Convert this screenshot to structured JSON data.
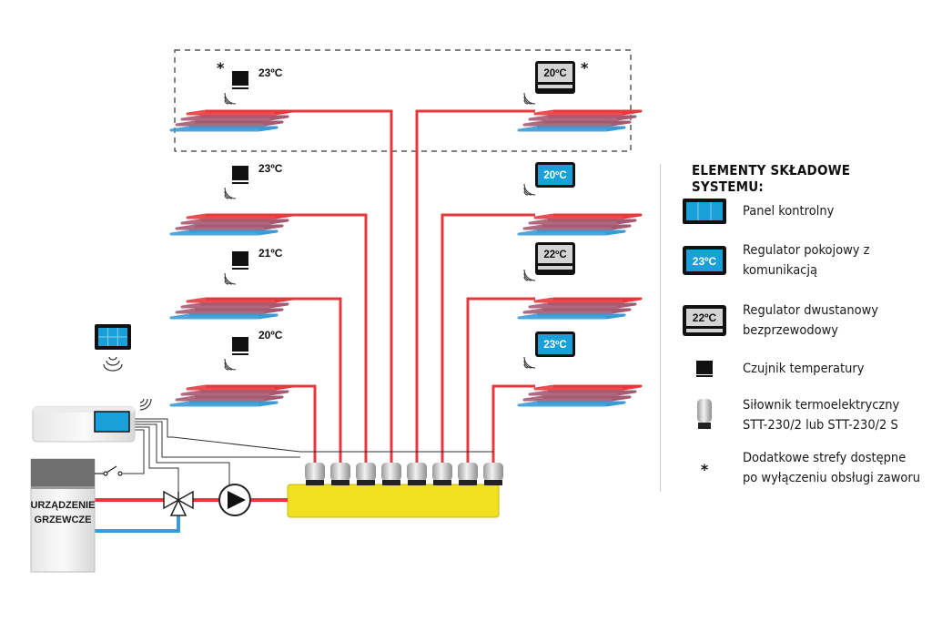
{
  "legend": {
    "title": "ELEMENTY SKŁADOWE SYSTEMU:",
    "items": [
      {
        "name": "panel",
        "lines": [
          "Panel kontrolny"
        ]
      },
      {
        "name": "regulator-communication",
        "icon_text": "23ºC",
        "lines": [
          "Regulator pokojowy z",
          "komunikacją"
        ]
      },
      {
        "name": "regulator-two-state",
        "icon_text": "22ºC",
        "lines": [
          "Regulator dwustanowy",
          "bezprzewodowy"
        ]
      },
      {
        "name": "temperature-sensor",
        "lines": [
          "Czujnik temperatury"
        ]
      },
      {
        "name": "actuator",
        "lines": [
          "Siłownik termoelektryczny",
          "STT-230/2 lub STT-230/2 S"
        ]
      },
      {
        "name": "asterisk",
        "icon_text": "*",
        "lines": [
          "Dodatkowe strefy dostępne",
          "po wyłączeniu obsługi zaworu"
        ]
      }
    ]
  },
  "zones_left": [
    {
      "temp": "23ºC"
    },
    {
      "temp": "23ºC"
    },
    {
      "temp": "21ºC"
    },
    {
      "temp": "20ºC"
    }
  ],
  "zones_right": [
    {
      "temp": "20ºC"
    },
    {
      "temp": "20ºC"
    },
    {
      "temp": "22ºC"
    },
    {
      "temp": "23ºC"
    }
  ],
  "asterisk": "*",
  "boiler": {
    "line1": "URZĄDZENIE",
    "line2": "GRZEWCZE"
  },
  "colors": {
    "supply": "#e8383d",
    "return": "#3a9bd5",
    "mid": "#a65a72",
    "manifold": "#f1e01f",
    "display_blue": "#1aa0d8",
    "display_gray": "#d4d4d4"
  }
}
